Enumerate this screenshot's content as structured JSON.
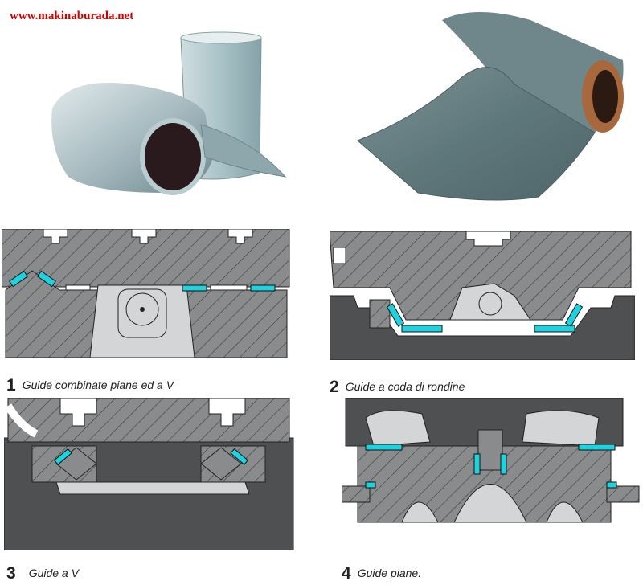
{
  "header": {
    "url": "www.makinaburada.net"
  },
  "figures": [
    {
      "number": "1",
      "caption": "Guide combinate piane ed a V"
    },
    {
      "number": "2",
      "caption": "Guide a coda di rondine"
    },
    {
      "number": "3",
      "caption": "Guide a V"
    },
    {
      "number": "4",
      "caption": "Guide piane."
    }
  ],
  "colors": {
    "dark_body": "#4f5052",
    "slide_body": "#8a8b8d",
    "light_part": "#d4d5d6",
    "liner": "#1ed3e0",
    "hatch": "#3a3b3d",
    "film": "#5f7f84",
    "url_red": "#d20000"
  }
}
